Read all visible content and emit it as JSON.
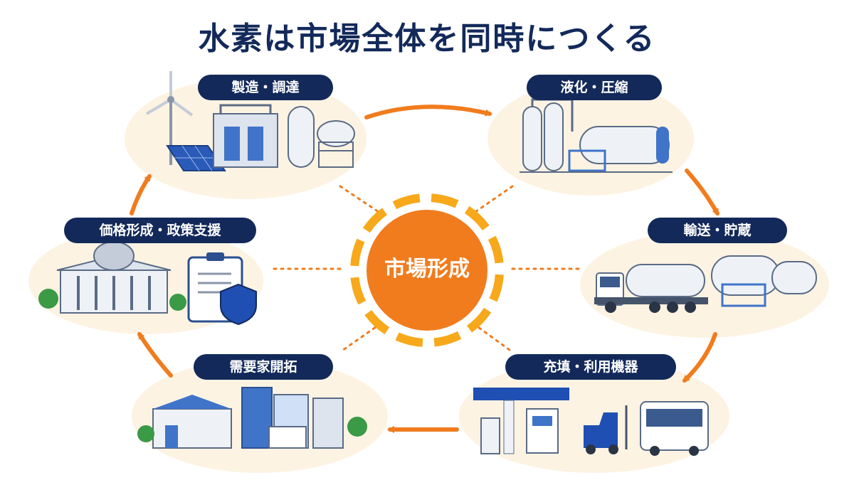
{
  "title": "水素は市場全体を同時につくる",
  "center": {
    "label": "市場形成"
  },
  "stages": [
    {
      "label": "製造・調達"
    },
    {
      "label": "液化・圧縮"
    },
    {
      "label": "輸送・貯蔵"
    },
    {
      "label": "充填・利用機器"
    },
    {
      "label": "需要家開拓"
    },
    {
      "label": "価格形成・政策支援"
    }
  ],
  "colors": {
    "navy": "#13295a",
    "orange": "#f07c1e",
    "yellow": "#f7a81b",
    "blob": "#fdf3e3",
    "steel": "#3f74c9"
  }
}
